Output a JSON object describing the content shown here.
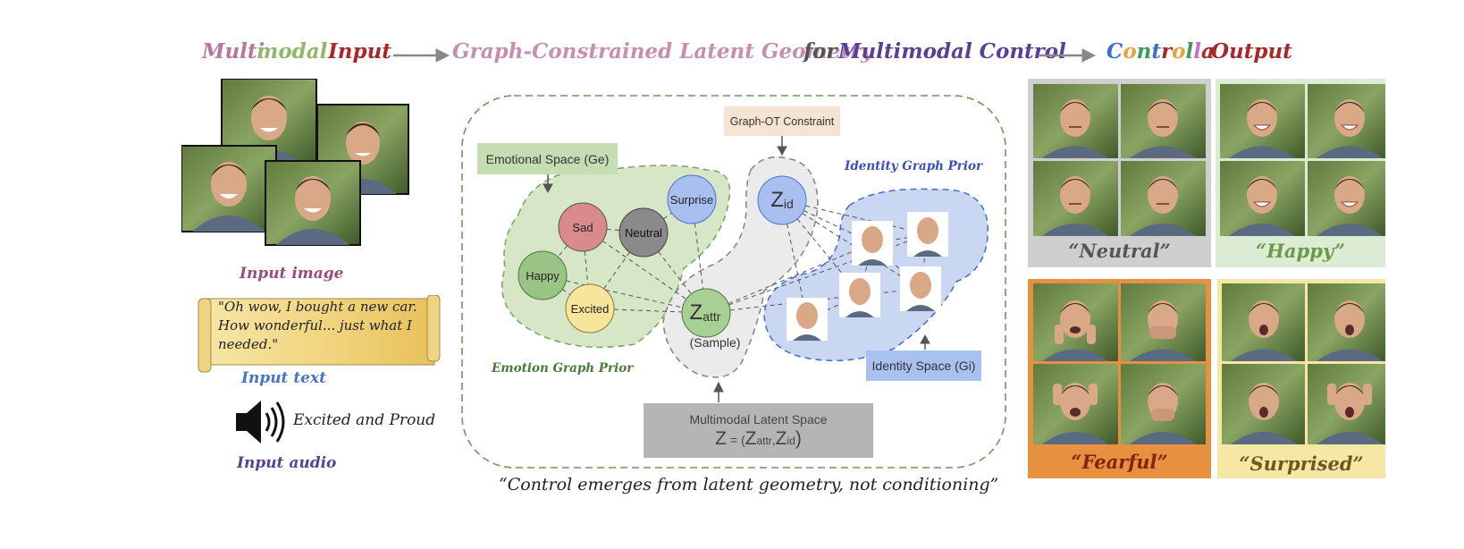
{
  "title": {
    "part1_a": "Multi",
    "part1_b": "modal",
    "part1_c": "Input",
    "part2": "Graph-Constrained Latent Geometry",
    "part3": "for",
    "part4": "Multimodal Control",
    "part5_letters": [
      "C",
      "o",
      "n",
      "t",
      "r",
      "o",
      "l",
      "l",
      "a"
    ],
    "part5_b": "Output"
  },
  "inputs": {
    "image_label": "Input image",
    "text_quote": "\"Oh wow, I bought a new car. How wonderful... just what I needed.\"",
    "text_label": "Input text",
    "audio_caption": "Excited and Proud",
    "audio_label": "Input audio"
  },
  "diagram": {
    "emotional_space": "Emotional Space (Ge)",
    "graph_ot": "Graph-OT Constraint",
    "identity_prior": "Identity Graph Prior",
    "emotion_prior": "Emotion Graph Prior",
    "identity_space": "Identity Space (Gi)",
    "latent_space_title": "Multimodal Latent Space",
    "latent_formula_z": "Z",
    "latent_formula_eq": " = (",
    "latent_formula_attr_z": "Z",
    "latent_formula_attr_sub": "attr",
    "latent_formula_comma": ",",
    "latent_formula_id_z": "Z",
    "latent_formula_id_sub": "id",
    "latent_formula_close": ")",
    "nodes": {
      "sad": "Sad",
      "neutral": "Neutral",
      "surprise": "Surprise",
      "happy": "Happy",
      "excited": "Excited",
      "zid_z": "Z",
      "zid_sub": "id",
      "zattr_z": "Z",
      "zattr_sub": "attr",
      "sample": "(Sample)"
    }
  },
  "bottom_quote": "“Control emerges from latent geometry, not conditioning”",
  "outputs": {
    "neutral": "“Neutral”",
    "happy": "“Happy”",
    "fearful": "“Fearful”",
    "surprised": "“Surprised”"
  },
  "colors": {
    "title_pink": "#b8779a",
    "title_green": "#8fb86d",
    "title_red": "#a8272b",
    "title_purple": "#5a3f96",
    "emotion_green": "#d6e6c6",
    "identity_blue": "#c9d7f3",
    "neutral_panel": "#cfcfcf",
    "happy_panel": "#dcebd3",
    "fearful_panel": "#e6913f",
    "surprised_panel": "#f6e8a4"
  }
}
